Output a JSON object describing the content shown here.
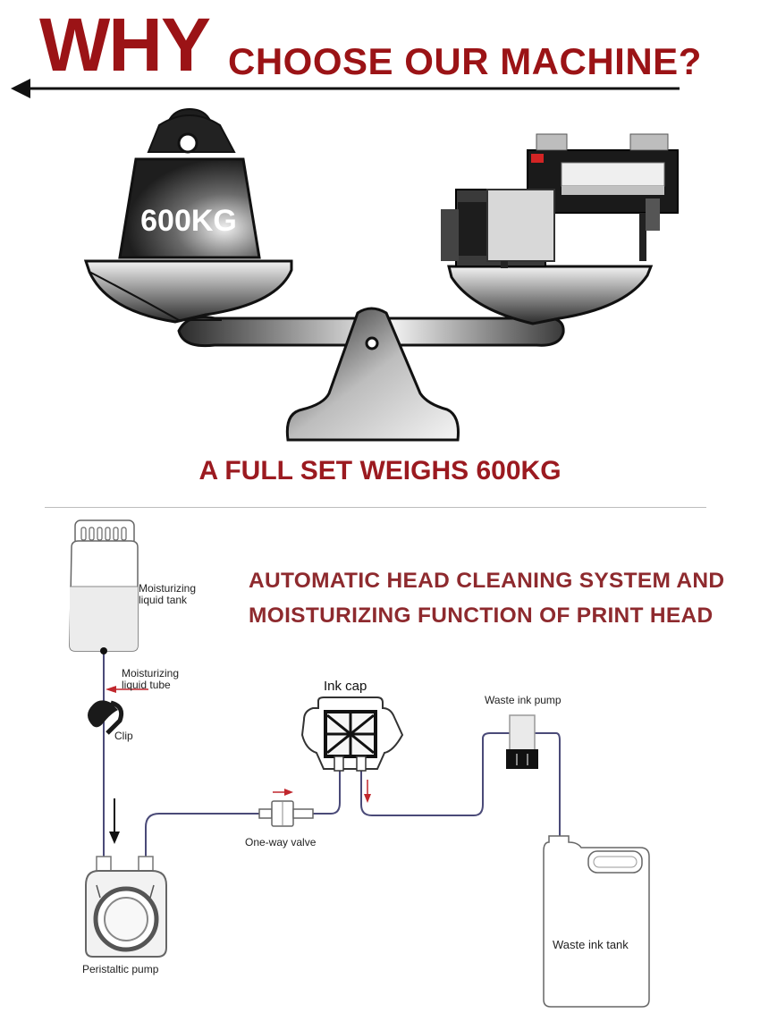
{
  "header": {
    "why": "WHY",
    "rest": "CHOOSE OUR MACHINE?"
  },
  "scale": {
    "weight_label": "600KG",
    "caption": "A FULL SET WEIGHS 600KG"
  },
  "diagram": {
    "title_line1": "AUTOMATIC HEAD CLEANING SYSTEM AND",
    "title_line2": "MOISTURIZING FUNCTION OF PRINT HEAD",
    "labels": {
      "tank": "Moisturizing\nliquid tank",
      "tube": "Moisturizing\nliquid tube",
      "clip": "Clip",
      "ink_cap": "Ink cap",
      "waste_pump": "Waste ink pump",
      "valve": "One-way valve",
      "peristaltic": "Peristaltic pump",
      "waste_tank": "Waste ink tank"
    }
  },
  "colors": {
    "brand_red": "#9b1316",
    "title_red": "#8e2a2e",
    "pipe": "#4a4a78",
    "flow_arrow": "#c0272d"
  }
}
